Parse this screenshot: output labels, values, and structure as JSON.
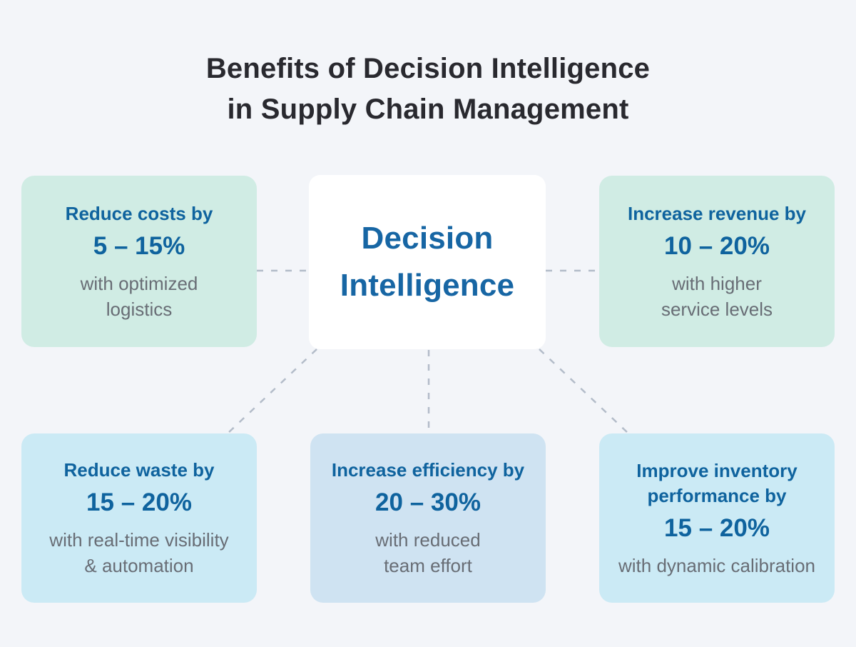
{
  "title": {
    "lines": [
      "Benefits of Decision Intelligence",
      "in Supply Chain Management"
    ]
  },
  "center_card": {
    "title_lines": [
      "Decision",
      "Intelligence"
    ]
  },
  "cards": [
    {
      "id": "reduce-costs",
      "heading_lines": [
        "Reduce costs by"
      ],
      "value": "5 – 15%",
      "description_lines": [
        "with optimized",
        "logistics"
      ],
      "bg": "#d0ece4"
    },
    {
      "id": "increase-revenue",
      "heading_lines": [
        "Increase revenue by"
      ],
      "value": "10 – 20%",
      "description_lines": [
        "with higher",
        "service levels"
      ],
      "bg": "#d0ece4"
    },
    {
      "id": "reduce-waste",
      "heading_lines": [
        "Reduce waste by"
      ],
      "value": "15 – 20%",
      "description_lines": [
        "with real-time visibility",
        "& automation"
      ],
      "bg": "#cbeaf5"
    },
    {
      "id": "increase-efficiency",
      "heading_lines": [
        "Increase efficiency by"
      ],
      "value": "20 – 30%",
      "description_lines": [
        "with reduced",
        "team effort"
      ],
      "bg": "#cfe3f2"
    },
    {
      "id": "improve-inventory-performance",
      "heading_lines": [
        "Improve inventory",
        "performance by"
      ],
      "value": "15 – 20%",
      "description_lines": [
        "with dynamic calibration"
      ],
      "bg": "#cbeaf5"
    }
  ],
  "colors": {
    "page_background": "#f3f5f9",
    "title_text": "#29292f",
    "card_heading_blue": "#0f639e",
    "center_card_blue": "#1766a4",
    "body_gray": "#686d75",
    "mint_card_bg": "#d0ece4",
    "cyan_card_bg": "#cbeaf5",
    "blue_card_bg": "#cfe3f2",
    "center_card_bg": "#ffffff",
    "connector_dash": "#b3bcc9"
  }
}
